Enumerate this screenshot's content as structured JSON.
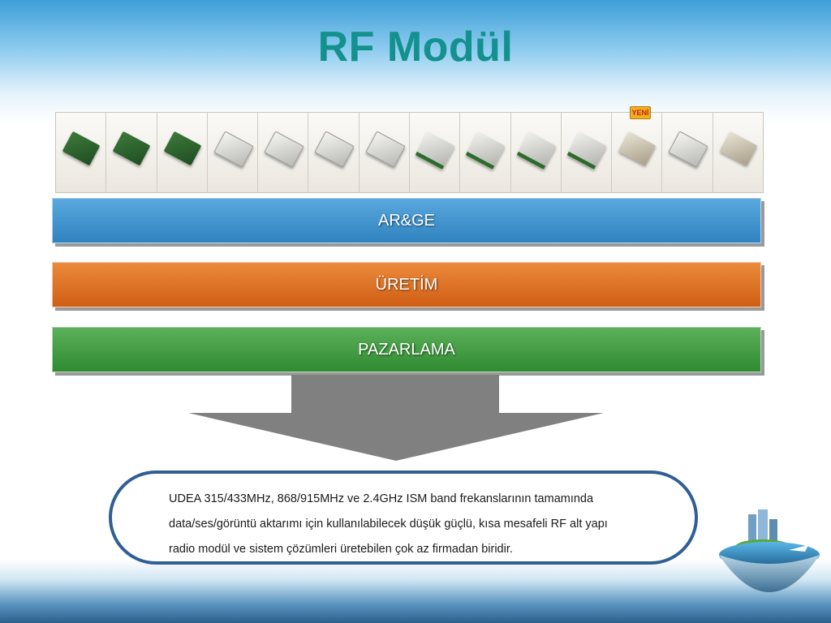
{
  "slide": {
    "title": "RF Modül",
    "new_badge": "YENİ",
    "modules": [
      {
        "style": "green"
      },
      {
        "style": "green"
      },
      {
        "style": "green"
      },
      {
        "style": "metal"
      },
      {
        "style": "metal"
      },
      {
        "style": "metal"
      },
      {
        "style": "metal"
      },
      {
        "style": "metalgreen"
      },
      {
        "style": "metalgreen"
      },
      {
        "style": "metalgreen"
      },
      {
        "style": "metalgreen"
      },
      {
        "style": "gold"
      },
      {
        "style": "metal"
      },
      {
        "style": "gold"
      }
    ],
    "bars": [
      {
        "label": "AR&GE",
        "color": "#3f93cf"
      },
      {
        "label": "ÜRETİM",
        "color": "#e0722a"
      },
      {
        "label": "PAZARLAMA",
        "color": "#449d44"
      }
    ],
    "description_lines": [
      "UDEA 315/433MHz, 868/915MHz ve 2.4GHz ISM band frekanslarının tamamında",
      "data/ses/görüntü aktarımı için kullanılabilecek düşük güçlü, kısa mesafeli RF alt yapı",
      "radio modül ve  sistem çözümleri üretebilen çok az firmadan biridir."
    ]
  }
}
